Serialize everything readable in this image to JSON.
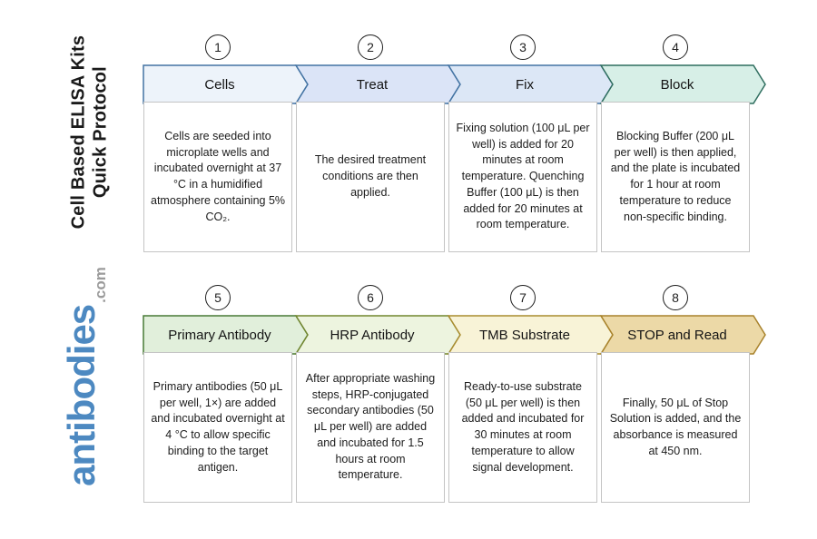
{
  "colors": {
    "logo": "#4d89c1",
    "logo_suffix": "#9b9b9b"
  },
  "sidebar": {
    "title_line1": "Cell Based ELISA Kits",
    "title_line2": "Quick Protocol",
    "logo_text": "antibodies",
    "logo_suffix": ".com"
  },
  "steps": [
    {
      "number": "1",
      "label": "Cells",
      "description": "Cells are seeded into microplate wells and incubated overnight at 37 °C in a humidified atmosphere containing 5% CO₂.",
      "fill": "#edf3fa",
      "stroke": "#4373a3"
    },
    {
      "number": "2",
      "label": "Treat",
      "description": "The desired treatment conditions are then applied.",
      "fill": "#dbe4f7",
      "stroke": "#4373a3"
    },
    {
      "number": "3",
      "label": "Fix",
      "description": "Fixing solution (100 μL per well) is added for 20 minutes at room temperature. Quenching Buffer (100 μL) is then added for 20 minutes at room temperature.",
      "fill": "#dce7f6",
      "stroke": "#4373a3"
    },
    {
      "number": "4",
      "label": "Block",
      "description": "Blocking Buffer (200 μL per well) is then applied, and the plate is incubated for 1 hour at room temperature to reduce non-specific binding.",
      "fill": "#d7efe7",
      "stroke": "#2f6e5f"
    },
    {
      "number": "5",
      "label": "Primary Antibody",
      "description": "Primary antibodies (50 μL per well, 1×) are added and incubated overnight at 4 °C to allow specific binding to the target antigen.",
      "fill": "#e1efdb",
      "stroke": "#497a36"
    },
    {
      "number": "6",
      "label": "HRP Antibody",
      "description": "After appropriate washing steps, HRP-conjugated secondary antibodies (50 μL per well) are added and incubated for 1.5 hours at room temperature.",
      "fill": "#edf4df",
      "stroke": "#71862f"
    },
    {
      "number": "7",
      "label": "TMB Substrate",
      "description": "Ready-to-use substrate (50 μL per well) is then added and incubated for 30 minutes at room temperature to allow signal development.",
      "fill": "#f8f3d7",
      "stroke": "#a98c2f"
    },
    {
      "number": "8",
      "label": "STOP and Read",
      "description": "Finally, 50 μL of Stop Solution is added, and the absorbance is measured at 450 nm.",
      "fill": "#ecd9a7",
      "stroke": "#a8822b"
    }
  ]
}
